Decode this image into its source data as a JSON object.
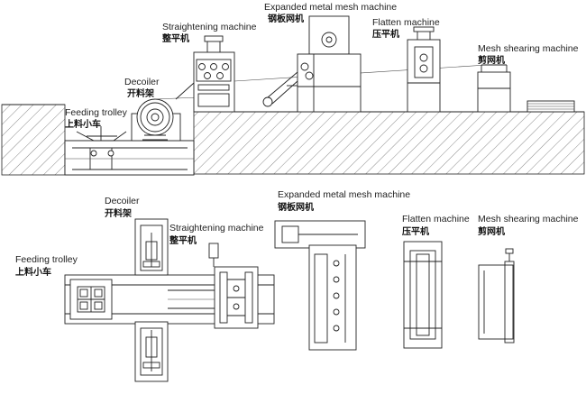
{
  "labels": {
    "straightening": {
      "en": "Straightening machine",
      "cn": "整平机"
    },
    "expanded": {
      "en": "Expanded metal mesh machine",
      "cn": "钢板网机"
    },
    "flatten": {
      "en": "Flatten machine",
      "cn": "压平机"
    },
    "shearing": {
      "en": "Mesh shearing machine",
      "cn": "剪网机"
    },
    "decoiler": {
      "en": "Decoiler",
      "cn": "开料架"
    },
    "feeding": {
      "en": "Feeding trolley",
      "cn": "上料小车"
    }
  },
  "colors": {
    "line": "#222222",
    "background": "#ffffff"
  }
}
